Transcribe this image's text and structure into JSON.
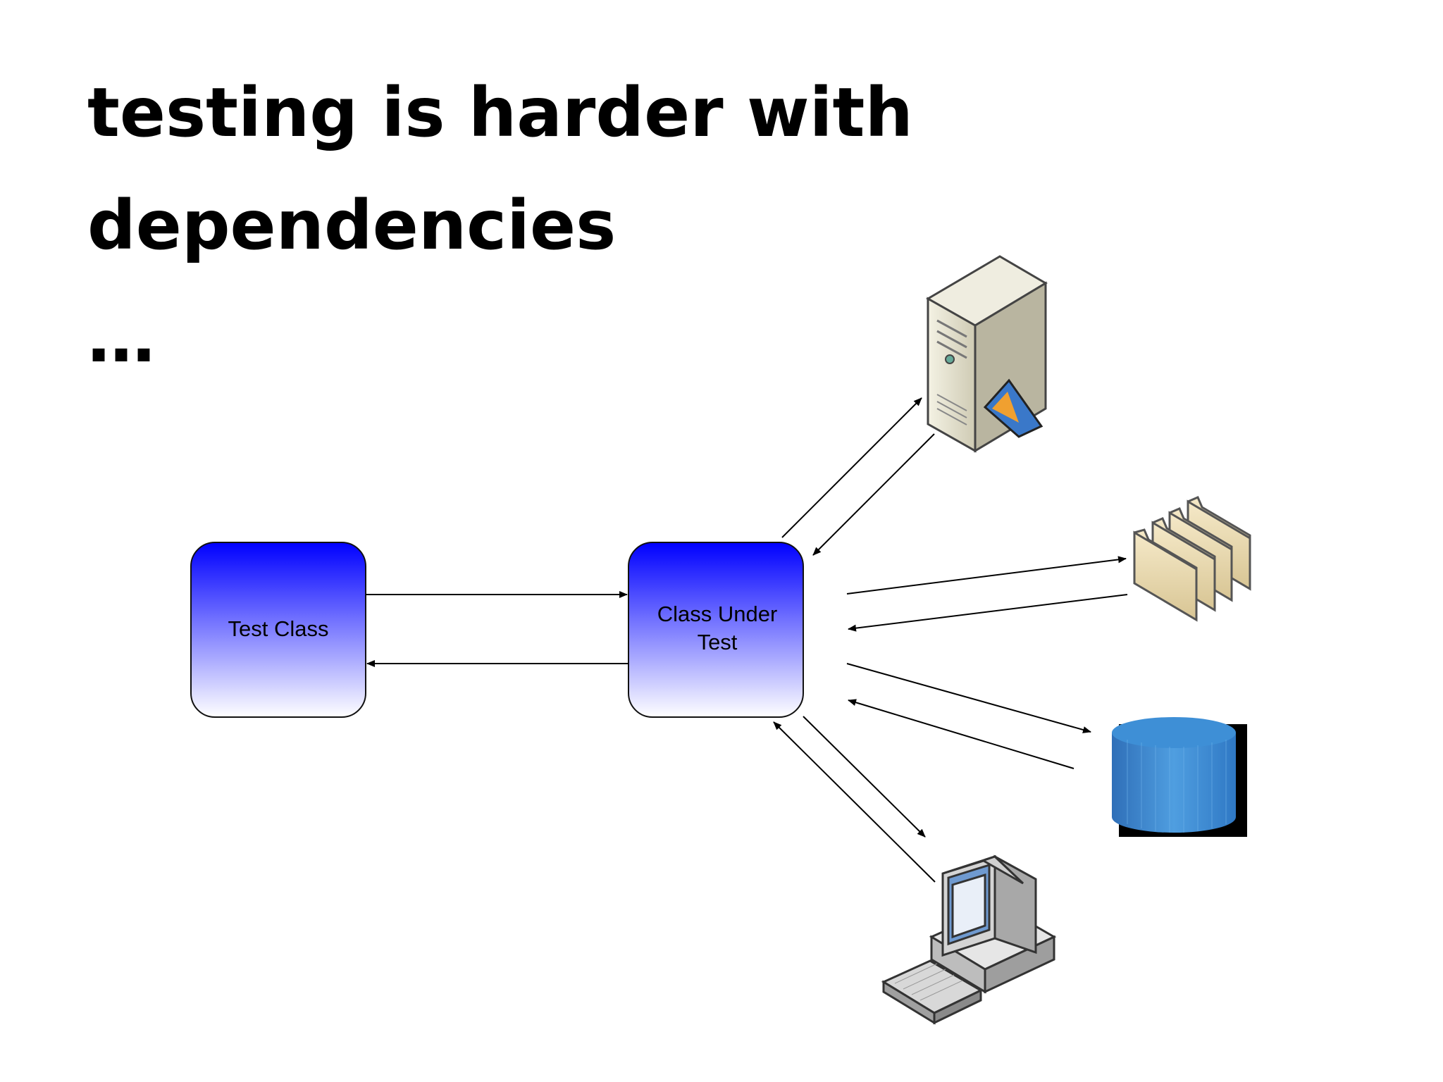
{
  "slide": {
    "title": "testing is harder with dependencies\n…"
  },
  "nodes": {
    "test_class": {
      "label": "Test Class"
    },
    "class_under_test": {
      "label_line1": "Class Under",
      "label_line2": "Test"
    }
  },
  "icons": {
    "server": "server-icon",
    "folders": "folders-icon",
    "database": "database-icon",
    "workstation": "workstation-icon"
  },
  "colors": {
    "box_top": "#0000ff",
    "box_bottom": "#ffffff",
    "arrow": "#000000"
  }
}
